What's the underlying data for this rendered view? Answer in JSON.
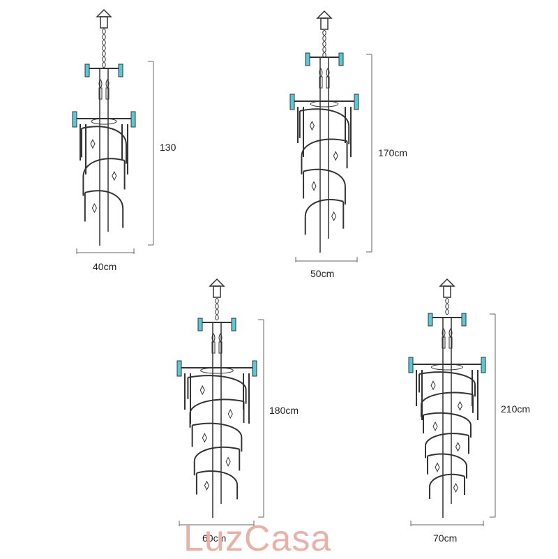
{
  "products": [
    {
      "id": "a",
      "width_label": "40cm",
      "height_label": "130"
    },
    {
      "id": "b",
      "width_label": "50cm",
      "height_label": "170cm"
    },
    {
      "id": "c",
      "width_label": "60cm",
      "height_label": "180cm"
    },
    {
      "id": "d",
      "width_label": "70cm",
      "height_label": "210cm"
    }
  ],
  "watermark": {
    "text": "LuzCasa",
    "color": "#e8b2a8"
  },
  "colors": {
    "line": "#333333",
    "crystal": "#5bc8d8",
    "dimension": "#666666"
  },
  "icons": [
    "chandelier-drawing",
    "dimension-line"
  ]
}
